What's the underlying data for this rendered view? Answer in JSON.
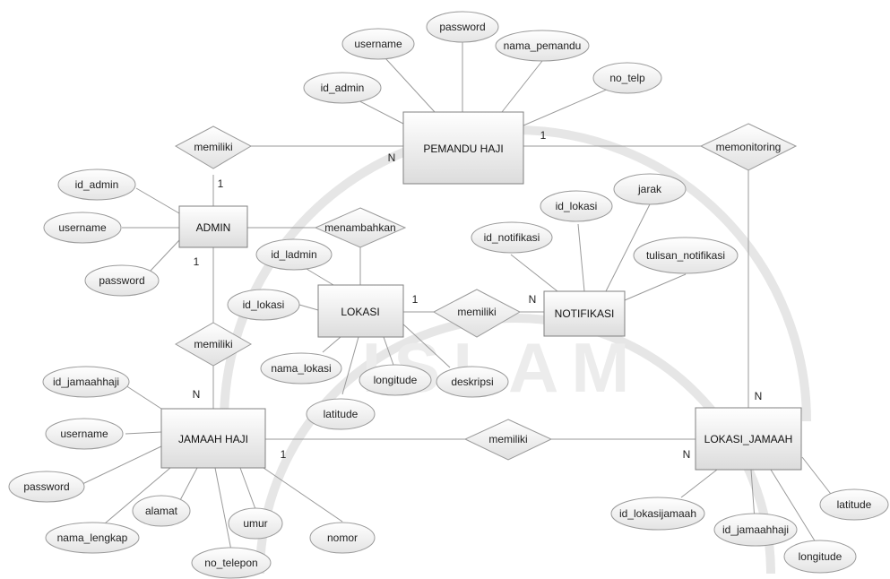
{
  "entities": {
    "pemandu": "PEMANDU HAJI",
    "admin": "ADMIN",
    "lokasi": "LOKASI",
    "notifikasi": "NOTIFIKASI",
    "jamaah": "JAMAAH HAJI",
    "lokasi_jamaah": "LOKASI_JAMAAH"
  },
  "relationships": {
    "memiliki_admin_pemandu": "memiliki",
    "menambahkan": "menambahkan",
    "memonitoring": "memonitoring",
    "memiliki_lokasi_notifikasi": "memiliki",
    "memiliki_admin_jamaah": "memiliki",
    "memiliki_jamaah_lokasijamaah": "memiliki"
  },
  "attributes": {
    "pemandu": [
      "username",
      "password",
      "nama_pemandu",
      "id_admin",
      "no_telp"
    ],
    "admin": [
      "id_admin",
      "username",
      "password"
    ],
    "lokasi": [
      "id_ladmin",
      "id_lokasi",
      "nama_lokasi",
      "longitude",
      "deskripsi",
      "latitude"
    ],
    "notifikasi": [
      "id_lokasi",
      "jarak",
      "id_notifikasi",
      "tulisan_notifikasi"
    ],
    "jamaah": [
      "id_jamaahhaji",
      "username",
      "password",
      "alamat",
      "umur",
      "nama_lengkap",
      "nomor",
      "no_telepon"
    ],
    "lokasi_jamaah": [
      "latitude",
      "id_lokasijamaah",
      "id_jamaahhaji",
      "longitude"
    ]
  },
  "cardinalities": {
    "pemandu_admin_rel": "N",
    "admin_pemandu_rel": "1",
    "pemandu_monitor": "1",
    "admin_jamaah_rel": "1",
    "lokasi_notif": "1",
    "notif_lokasi": "N",
    "jamaah_admin_rel": "N",
    "lokasijamaah_monitor": "N",
    "jamaah_lokasijamaah": "1",
    "lokasijamaah_jamaah": "N"
  },
  "watermark": {
    "text": "ISLAM"
  }
}
